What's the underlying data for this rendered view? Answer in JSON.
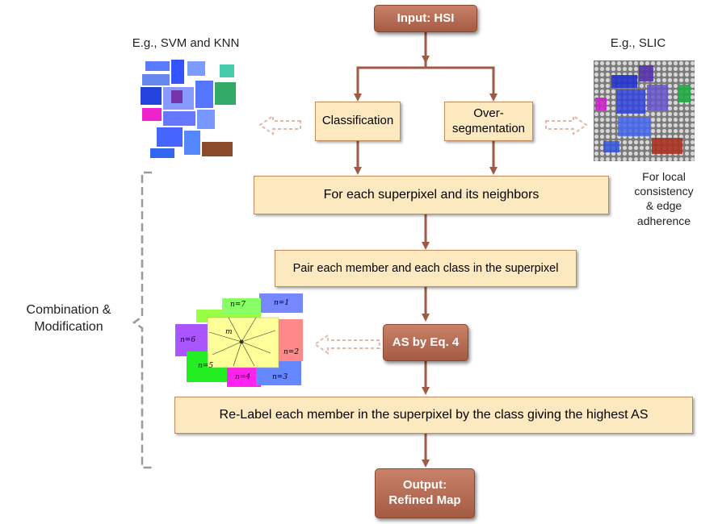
{
  "nodes": {
    "input": "Input: HSI",
    "classification": "Classification",
    "oversegmentation_line1": "Over-",
    "oversegmentation_line2": "segmentation",
    "for_each": "For each superpixel and its neighbors",
    "pair": "Pair each member and each class in the superpixel",
    "as_eq": "AS by Eq. 4",
    "relabel": "Re-Label each member in the superpixel by the class giving the highest AS",
    "output_line1": "Output:",
    "output_line2": "Refined Map"
  },
  "annotations": {
    "svm_knn": "E.g., SVM and KNN",
    "slic": "E.g., SLIC",
    "local_line1": "For local",
    "local_line2": "consistency",
    "local_line3": "& edge",
    "local_line4": "adherence",
    "combo_line1": "Combination &",
    "combo_line2": "Modification"
  },
  "superpixel_figure": {
    "labels": [
      "n=7",
      "n=1",
      "n=6",
      "n=2",
      "n=5",
      "n=4",
      "n=3",
      "m"
    ]
  },
  "colors": {
    "light_box": "#fde9c0",
    "dark_box": "#b06a52",
    "arrow": "#9e5a44",
    "dashed_arrow": "#e3b9a6",
    "bracket": "#9a9a9a"
  }
}
